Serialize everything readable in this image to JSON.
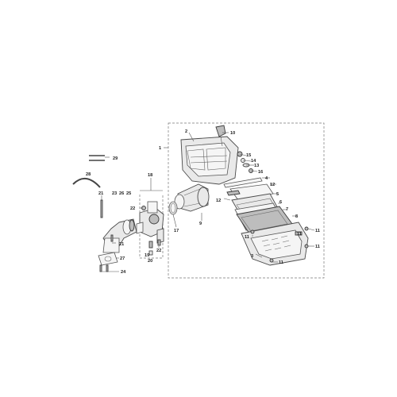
{
  "callouts": {
    "c1": "1",
    "c2": "2",
    "c3": "3",
    "c4": "4",
    "c5": "5",
    "c6": "6",
    "c7": "7",
    "c8": "8",
    "c9": "9",
    "c10": "10",
    "c11a": "11",
    "c11b": "11",
    "c11c": "11",
    "c11d": "11",
    "c11e": "11",
    "c12a": "12",
    "c12b": "12",
    "c13": "13",
    "c14": "14",
    "c15": "15",
    "c16": "16",
    "c17": "17",
    "c18": "18",
    "c19": "19",
    "c20": "20",
    "c21a": "21",
    "c21b": "21",
    "c22a": "22",
    "c22b": "22",
    "c23": "23",
    "c24": "24",
    "c25": "25",
    "c26": "26",
    "c27": "27",
    "c28": "28",
    "c29": "29"
  },
  "colors": {
    "line": "#4a4a4a",
    "fill": "#e9e9e9",
    "text": "#222222"
  }
}
